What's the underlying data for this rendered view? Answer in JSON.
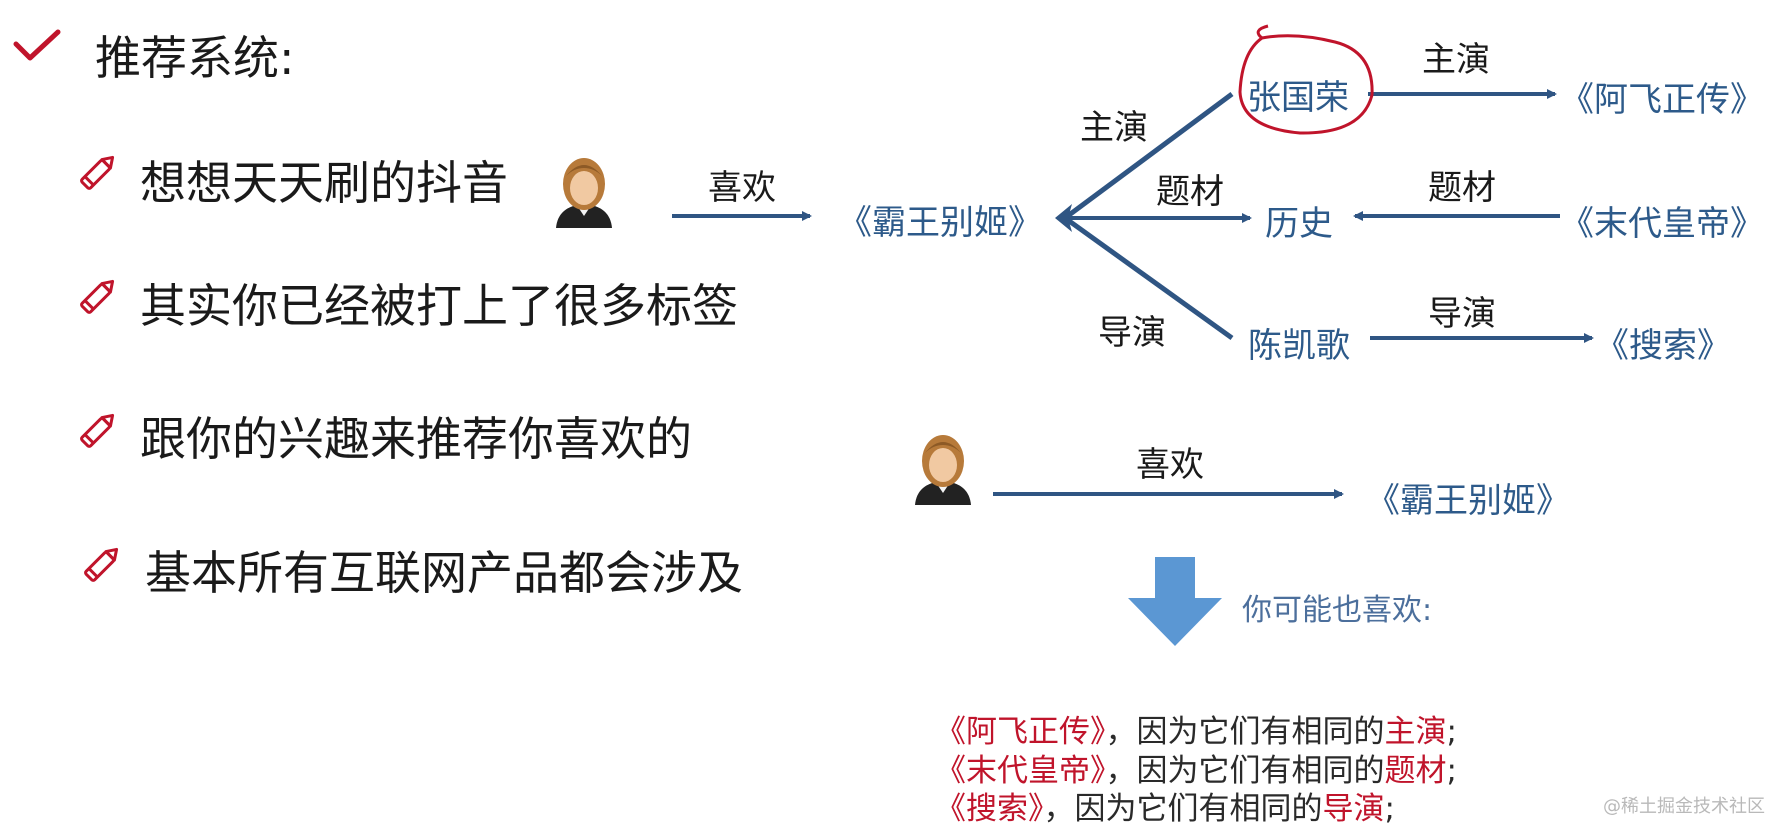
{
  "title": "推荐系统:",
  "bullets": [
    "想想天天刷的抖音",
    "其实你已经被打上了很多标签",
    "跟你的兴趣来推荐你喜欢的",
    "基本所有互联网产品都会涉及"
  ],
  "graph": {
    "user_edge": "喜欢",
    "center_movie": "《霸王别姬》",
    "branches": [
      {
        "edge": "主演",
        "node": "张国荣",
        "edge2": "主演",
        "target": "《阿飞正传》"
      },
      {
        "edge": "题材",
        "node": "历史",
        "edge2": "题材",
        "target": "《末代皇帝》"
      },
      {
        "edge": "导演",
        "node": "陈凯歌",
        "edge2": "导演",
        "target": "《搜索》"
      }
    ]
  },
  "lower": {
    "user_edge": "喜欢",
    "movie": "《霸王别姬》",
    "maybe_label": "你可能也喜欢:",
    "recommendations": [
      {
        "movie": "《阿飞正传》",
        "middle": "，因为它们有相同的",
        "reason": "主演",
        "end": ";"
      },
      {
        "movie": "《末代皇帝》",
        "middle": "，因为它们有相同的",
        "reason": "题材",
        "end": ";"
      },
      {
        "movie": "《搜索》",
        "middle": "，因为它们有相同的",
        "reason": "导演",
        "end": ";"
      }
    ]
  },
  "watermark": "@稀土掘金技术社区",
  "colors": {
    "accent_red": "#c0142b",
    "node_blue": "#2d5a8a",
    "arrow_blue": "#2f5583",
    "down_arrow": "#5b97d3"
  },
  "icons": [
    "check-icon",
    "pencil-icon",
    "person-icon",
    "down-arrow-icon"
  ]
}
